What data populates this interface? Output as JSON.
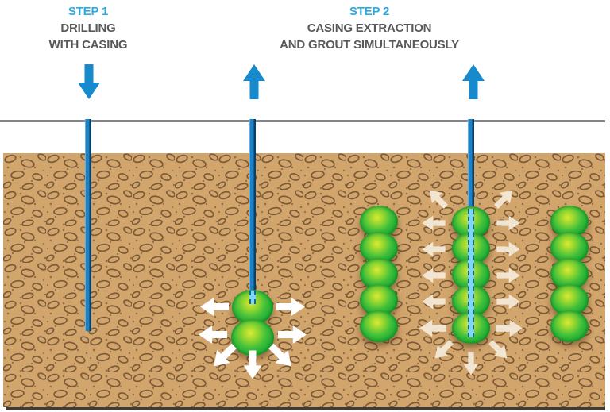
{
  "steps": [
    {
      "title": "STEP 1",
      "line1": "DRILLING",
      "line2": "WITH CASING",
      "arrow_direction": "down"
    },
    {
      "title": "STEP 2",
      "line1": "CASING EXTRACTION",
      "line2": "AND GROUT SIMULTANEOUSLY",
      "arrow_direction": "up"
    }
  ],
  "scene": {
    "bore_rods": 3,
    "grout_columns": [
      {
        "position": "center-left",
        "bulbs": 2,
        "has_rod": true,
        "expansion_arrows": "white"
      },
      {
        "position": "right-a",
        "bulbs": 5,
        "has_rod": false,
        "expansion_arrows": "none"
      },
      {
        "position": "right-b",
        "bulbs": 5,
        "has_rod": true,
        "expansion_arrows": "faint"
      },
      {
        "position": "right-c",
        "bulbs": 5,
        "has_rod": false,
        "expansion_arrows": "none"
      }
    ]
  },
  "icons": {
    "step1_arrow": "block-arrow-down",
    "step2_arrow": "block-arrow-up",
    "expansion_arrow": "block-arrow-outward"
  },
  "colors": {
    "step_label_cyan": "#29abe2",
    "caption_dark_gray": "#58595b",
    "block_arrow_blue": "#168acd",
    "surface_line_gray": "#828487",
    "soil_tan": "#d2a56c",
    "soil_speckle_brown": "#7b5a38",
    "rod_blue": "#1d82c5",
    "rod_edge_navy": "#0a3f68",
    "grout_pipe_cyan": "#7ed5f5",
    "grout_bulb_green": "#3fbf3b",
    "grout_bulb_highlight": "#dcea33",
    "white_arrow": "#ffffff",
    "faint_arrow_cream": "#f4ead9",
    "bottom_bar_dark": "#3d3c3b"
  }
}
